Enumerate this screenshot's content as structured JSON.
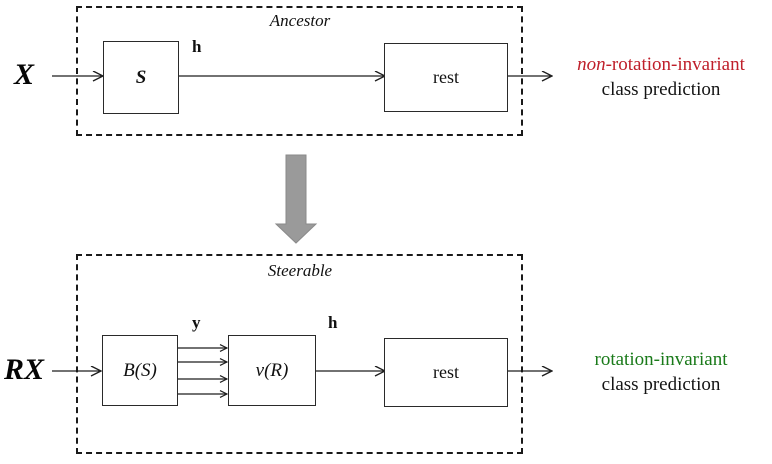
{
  "figure": {
    "title": "Ancestor vs Steerable network comparison diagram",
    "colors": {
      "non_invariant": "#bf1f2a",
      "invariant": "#1a7a1a",
      "stroke": "#2a2a2a",
      "dashed": "#1a1a1a",
      "transition_arrow": "#9a9a9a"
    }
  },
  "top": {
    "group_label": "Ancestor",
    "input_symbol": "X",
    "blocks": [
      {
        "id": "s-block",
        "label": "S"
      },
      {
        "id": "rest-block",
        "label": "rest"
      }
    ],
    "signal_labels": [
      {
        "id": "h",
        "label": "h"
      }
    ],
    "output": {
      "line1_emphasis": "non",
      "line1_rest": "-rotation-invariant",
      "line1_full": "non-rotation-invariant",
      "line2": "class prediction",
      "line1_color": "#bf1f2a"
    }
  },
  "transition": {
    "icon": "down-arrow-icon",
    "color": "#9a9a9a"
  },
  "bottom": {
    "group_label": "Steerable",
    "input_symbol": "RX",
    "blocks": [
      {
        "id": "bs-block",
        "label": "B(S)"
      },
      {
        "id": "vr-block",
        "label": "v(R)"
      },
      {
        "id": "rest-block",
        "label": "rest"
      }
    ],
    "signal_labels": [
      {
        "id": "y",
        "label": "y"
      },
      {
        "id": "h",
        "label": "h"
      }
    ],
    "bundle_arrow_count": 4,
    "output": {
      "line1_full": "rotation-invariant",
      "line2": "class prediction",
      "line1_color": "#1a7a1a"
    }
  }
}
